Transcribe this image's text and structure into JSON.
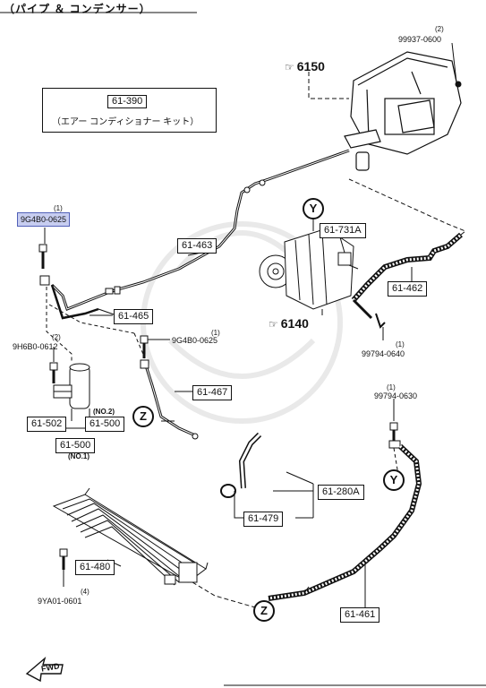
{
  "header": "（パイプ ＆ コンデンサー）",
  "kit": {
    "code": "61-390",
    "name": "（エアー コンディショナー キット）"
  },
  "refs": {
    "heater_unit": "6150",
    "compressor": "6140"
  },
  "parts": {
    "p61463": "61-463",
    "p61465": "61-465",
    "p61467": "61-467",
    "p61731A": "61-731A",
    "p61462": "61-462",
    "p61502": "61-502",
    "p61500a": "61-500",
    "p61500b": "61-500",
    "p61280A": "61-280A",
    "p61479": "61-479",
    "p61480": "61-480",
    "p61461": "61-461",
    "no2": "(NO.2)",
    "no1": "(NO.1)"
  },
  "bolts": {
    "b99937": {
      "qty": "(2)",
      "code": "99937-0600"
    },
    "b9G4B0_top": {
      "qty": "(1)",
      "code": "9G4B0-0625"
    },
    "b9H6B0": {
      "qty": "(2)",
      "code": "9H6B0-0612"
    },
    "b9G4B0_mid": {
      "qty": "(1)",
      "code": "9G4B0-0625"
    },
    "b99794_0640": {
      "qty": "(1)",
      "code": "99794-0640"
    },
    "b99794_0630": {
      "qty": "(1)",
      "code": "99794-0630"
    },
    "b9YA01": {
      "qty": "(4)",
      "code": "9YA01-0601"
    }
  },
  "markers": {
    "y": "Y",
    "z": "Z"
  },
  "fwd": "FWD"
}
